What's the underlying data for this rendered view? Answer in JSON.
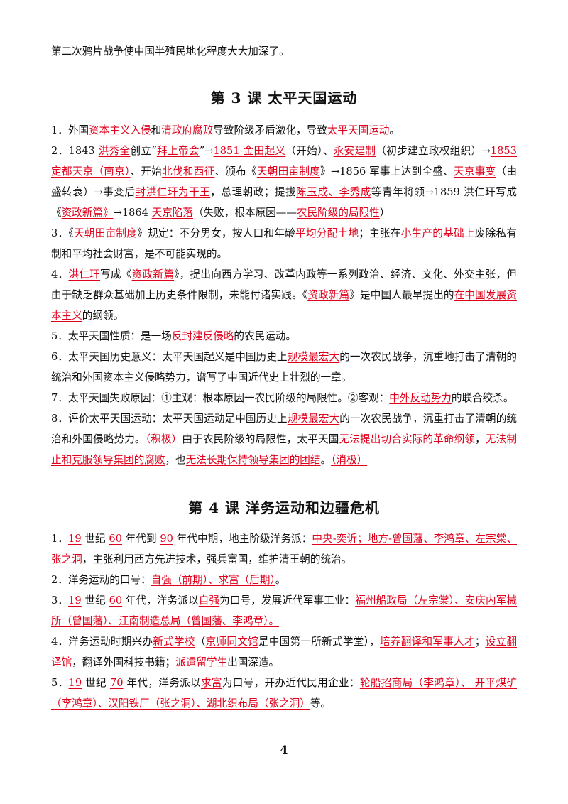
{
  "intro": "第二次鸦片战争使中国半殖民地化程度大大加深了。",
  "sections": [
    {
      "title": "第 3 课  太平天国运动",
      "paragraphs": [
        [
          {
            "t": "1．外国"
          },
          {
            "t": "资本主义入侵",
            "k": true
          },
          {
            "t": "和"
          },
          {
            "t": "清政府腐败",
            "k": true
          },
          {
            "t": "导致阶级矛盾激化，导致"
          },
          {
            "t": "太平天国运动",
            "k": true
          },
          {
            "t": "。"
          }
        ],
        [
          {
            "t": "2．1843 "
          },
          {
            "t": "洪秀全",
            "k": true
          },
          {
            "t": "创立“"
          },
          {
            "t": "拜上帝会",
            "k": true
          },
          {
            "t": "”→"
          },
          {
            "t": "1851 金田起义",
            "k": true
          },
          {
            "t": "（开始）、"
          },
          {
            "t": "永安建制",
            "k": true
          },
          {
            "t": "（初步建立政权组织）→"
          },
          {
            "t": "1853 定都天京（南京）",
            "k": true
          },
          {
            "t": "、开始"
          },
          {
            "t": "北伐和西征",
            "k": true
          },
          {
            "t": "、颁布《"
          },
          {
            "t": "天朝田亩制度",
            "k": true
          },
          {
            "t": "》→1856 军事上达到全盛、"
          },
          {
            "t": "天京事变",
            "k": true
          },
          {
            "t": "（由盛转衰）→事变后"
          },
          {
            "t": "封洪仁玕为干王",
            "k": true
          },
          {
            "t": "，总理朝政；提拔"
          },
          {
            "t": "陈玉成、李秀成",
            "k": true
          },
          {
            "t": "等青年将领→1859 洪仁玕写成《"
          },
          {
            "t": "资政新篇》",
            "k": true
          },
          {
            "t": "→1864 "
          },
          {
            "t": "天京陷落",
            "k": true
          },
          {
            "t": "（失败，根本原因——"
          },
          {
            "t": "农民阶级的局限性",
            "k": true
          },
          {
            "t": "）"
          }
        ],
        [
          {
            "t": "3．《"
          },
          {
            "t": "天朝田亩制度",
            "k": true
          },
          {
            "t": "》规定：不分男女，按人口和年龄"
          },
          {
            "t": "平均分配土地",
            "k": true
          },
          {
            "t": "；主张在"
          },
          {
            "t": "小生产的基础上",
            "k": true
          },
          {
            "t": "废除私有制和平均社会财富，是不可能实现的。"
          }
        ],
        [
          {
            "t": "4．"
          },
          {
            "t": "洪仁玕",
            "k": true
          },
          {
            "t": "写成《"
          },
          {
            "t": "资政新篇",
            "k": true
          },
          {
            "t": "》，提出向西方学习、改革内政等一系列政治、经济、文化、外交主张，但由于缺乏群众基础加上历史条件限制，未能付诸实践。《"
          },
          {
            "t": "资政新篇",
            "k": true
          },
          {
            "t": "》是中国人最早提出的"
          },
          {
            "t": "在中国发展资本主义",
            "k": true
          },
          {
            "t": "的纲领。"
          }
        ],
        [
          {
            "t": "5．太平天国性质：是一场"
          },
          {
            "t": "反封建反侵略",
            "k": true
          },
          {
            "t": "的农民运动。"
          }
        ],
        [
          {
            "t": "6．太平天国历史意义：太平天国起义是中国历史上"
          },
          {
            "t": "规模最宏大",
            "k": true
          },
          {
            "t": "的一次农民战争，沉重地打击了清朝的统治和外国资本主义侵略势力，谱写了中国近代史上壮烈的一章。"
          }
        ],
        [
          {
            "t": "7．太平天国失败原因：①主观：根本原因一农民阶级的局限性。②客观："
          },
          {
            "t": "中外反动势力",
            "k": true
          },
          {
            "t": "的联合绞杀。"
          }
        ],
        [
          {
            "t": "8．评价太平天国运动：太平天国运动是中国历史上"
          },
          {
            "t": "规模最宏大",
            "k": true
          },
          {
            "t": "的一次农民战争，沉重打击了清朝的统治和外国侵略势力。"
          },
          {
            "t": "（积极）",
            "k": true
          },
          {
            "t": "由于农民阶级的局限性，太平天国"
          },
          {
            "t": "无法提出切合实际的革命纲领",
            "k": true
          },
          {
            "t": "，"
          },
          {
            "t": "无法制止和克服领导集团的腐败",
            "k": true
          },
          {
            "t": "，也"
          },
          {
            "t": "无法长期保持领导集团的团结",
            "k": true
          },
          {
            "t": "。"
          },
          {
            "t": "（消极）",
            "k": true
          }
        ]
      ]
    },
    {
      "title": "第 4 课  洋务运动和边疆危机",
      "paragraphs": [
        [
          {
            "t": "1．"
          },
          {
            "t": "19",
            "k": true
          },
          {
            "t": " 世纪 "
          },
          {
            "t": "60",
            "k": true
          },
          {
            "t": " 年代到 "
          },
          {
            "t": "90",
            "k": true
          },
          {
            "t": " 年代中期，地主阶级洋务派："
          },
          {
            "t": "中央-奕䜣；地方-曾国藩、李鸿章、左宗棠、张之洞",
            "k": true
          },
          {
            "t": "，主张利用西方先进技术，强兵富国，维护清王朝的统治。"
          }
        ],
        [
          {
            "t": "2．洋务运动的口号："
          },
          {
            "t": "自强（前期）、求富（后期）",
            "k": true
          },
          {
            "t": "。"
          }
        ],
        [
          {
            "t": "3．"
          },
          {
            "t": "19",
            "k": true
          },
          {
            "t": " 世纪 "
          },
          {
            "t": "60",
            "k": true
          },
          {
            "t": " 年代，洋务派以"
          },
          {
            "t": "自强",
            "k": true
          },
          {
            "t": "为口号，发展近代军事工业："
          },
          {
            "t": "福州船政局（左宗棠）、安庆内军械所（曾国藩）、江南制造总局（曾国藩、李鸿章）。",
            "k": true
          }
        ],
        [
          {
            "t": "4．洋务运动时期兴办"
          },
          {
            "t": "新式学校",
            "k": true
          },
          {
            "t": "（"
          },
          {
            "t": "京师同文馆",
            "k": true
          },
          {
            "t": "是中国第一所新式学堂），"
          },
          {
            "t": "培养翻译和军事人才",
            "k": true
          },
          {
            "t": "；"
          },
          {
            "t": "设立翻译馆",
            "k": true
          },
          {
            "t": "，翻译外国科技书籍；"
          },
          {
            "t": "派遣留学生",
            "k": true
          },
          {
            "t": "出国深造。"
          }
        ],
        [
          {
            "t": "5．"
          },
          {
            "t": "19",
            "k": true
          },
          {
            "t": " 世纪 "
          },
          {
            "t": "70",
            "k": true
          },
          {
            "t": " 年代，洋务派以"
          },
          {
            "t": "求富",
            "k": true
          },
          {
            "t": "为口号，开办近代民用企业："
          },
          {
            "t": "轮船招商局（李鸿章）、 开平煤矿（李鸿章）、汉阳铁厂（张之洞）、湖北织布局（张之洞）",
            "k": true
          },
          {
            "t": "等。"
          }
        ]
      ]
    }
  ],
  "page_number": "4",
  "colors": {
    "keyword": "#e0001b",
    "text": "#111111"
  }
}
